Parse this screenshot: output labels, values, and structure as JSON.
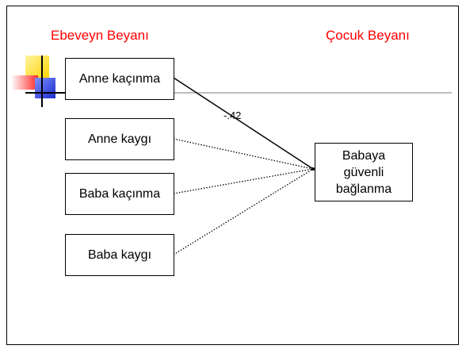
{
  "headings": {
    "parent": "Ebeveyn Beyanı",
    "child": "Çocuk Beyanı"
  },
  "predictors": [
    {
      "label": "Anne kaçınma",
      "significant": true
    },
    {
      "label": "Anne kaygı",
      "significant": false
    },
    {
      "label": "Baba kaçınma",
      "significant": false
    },
    {
      "label": "Baba kaygı",
      "significant": false
    }
  ],
  "outcome": {
    "label": "Babaya güvenli bağlanma"
  },
  "paths": [
    {
      "from": "Anne kaçınma",
      "to": "Babaya güvenli bağlanma",
      "coefficient": "-.42",
      "style": "solid"
    },
    {
      "from": "Anne kaygı",
      "to": "Babaya güvenli bağlanma",
      "coefficient": "",
      "style": "dotted"
    },
    {
      "from": "Baba kaçınma",
      "to": "Babaya güvenli bağlanma",
      "coefficient": "",
      "style": "dotted"
    },
    {
      "from": "Baba kaygı",
      "to": "Babaya güvenli bağlanma",
      "coefficient": "",
      "style": "dotted"
    }
  ],
  "colors": {
    "heading": "#ff0000",
    "deco_yellow": "#ffe033",
    "deco_red": "#ff3b3b",
    "deco_blue": "#2f3fd6"
  },
  "icons": [
    "slide-corner-squares-icon"
  ]
}
